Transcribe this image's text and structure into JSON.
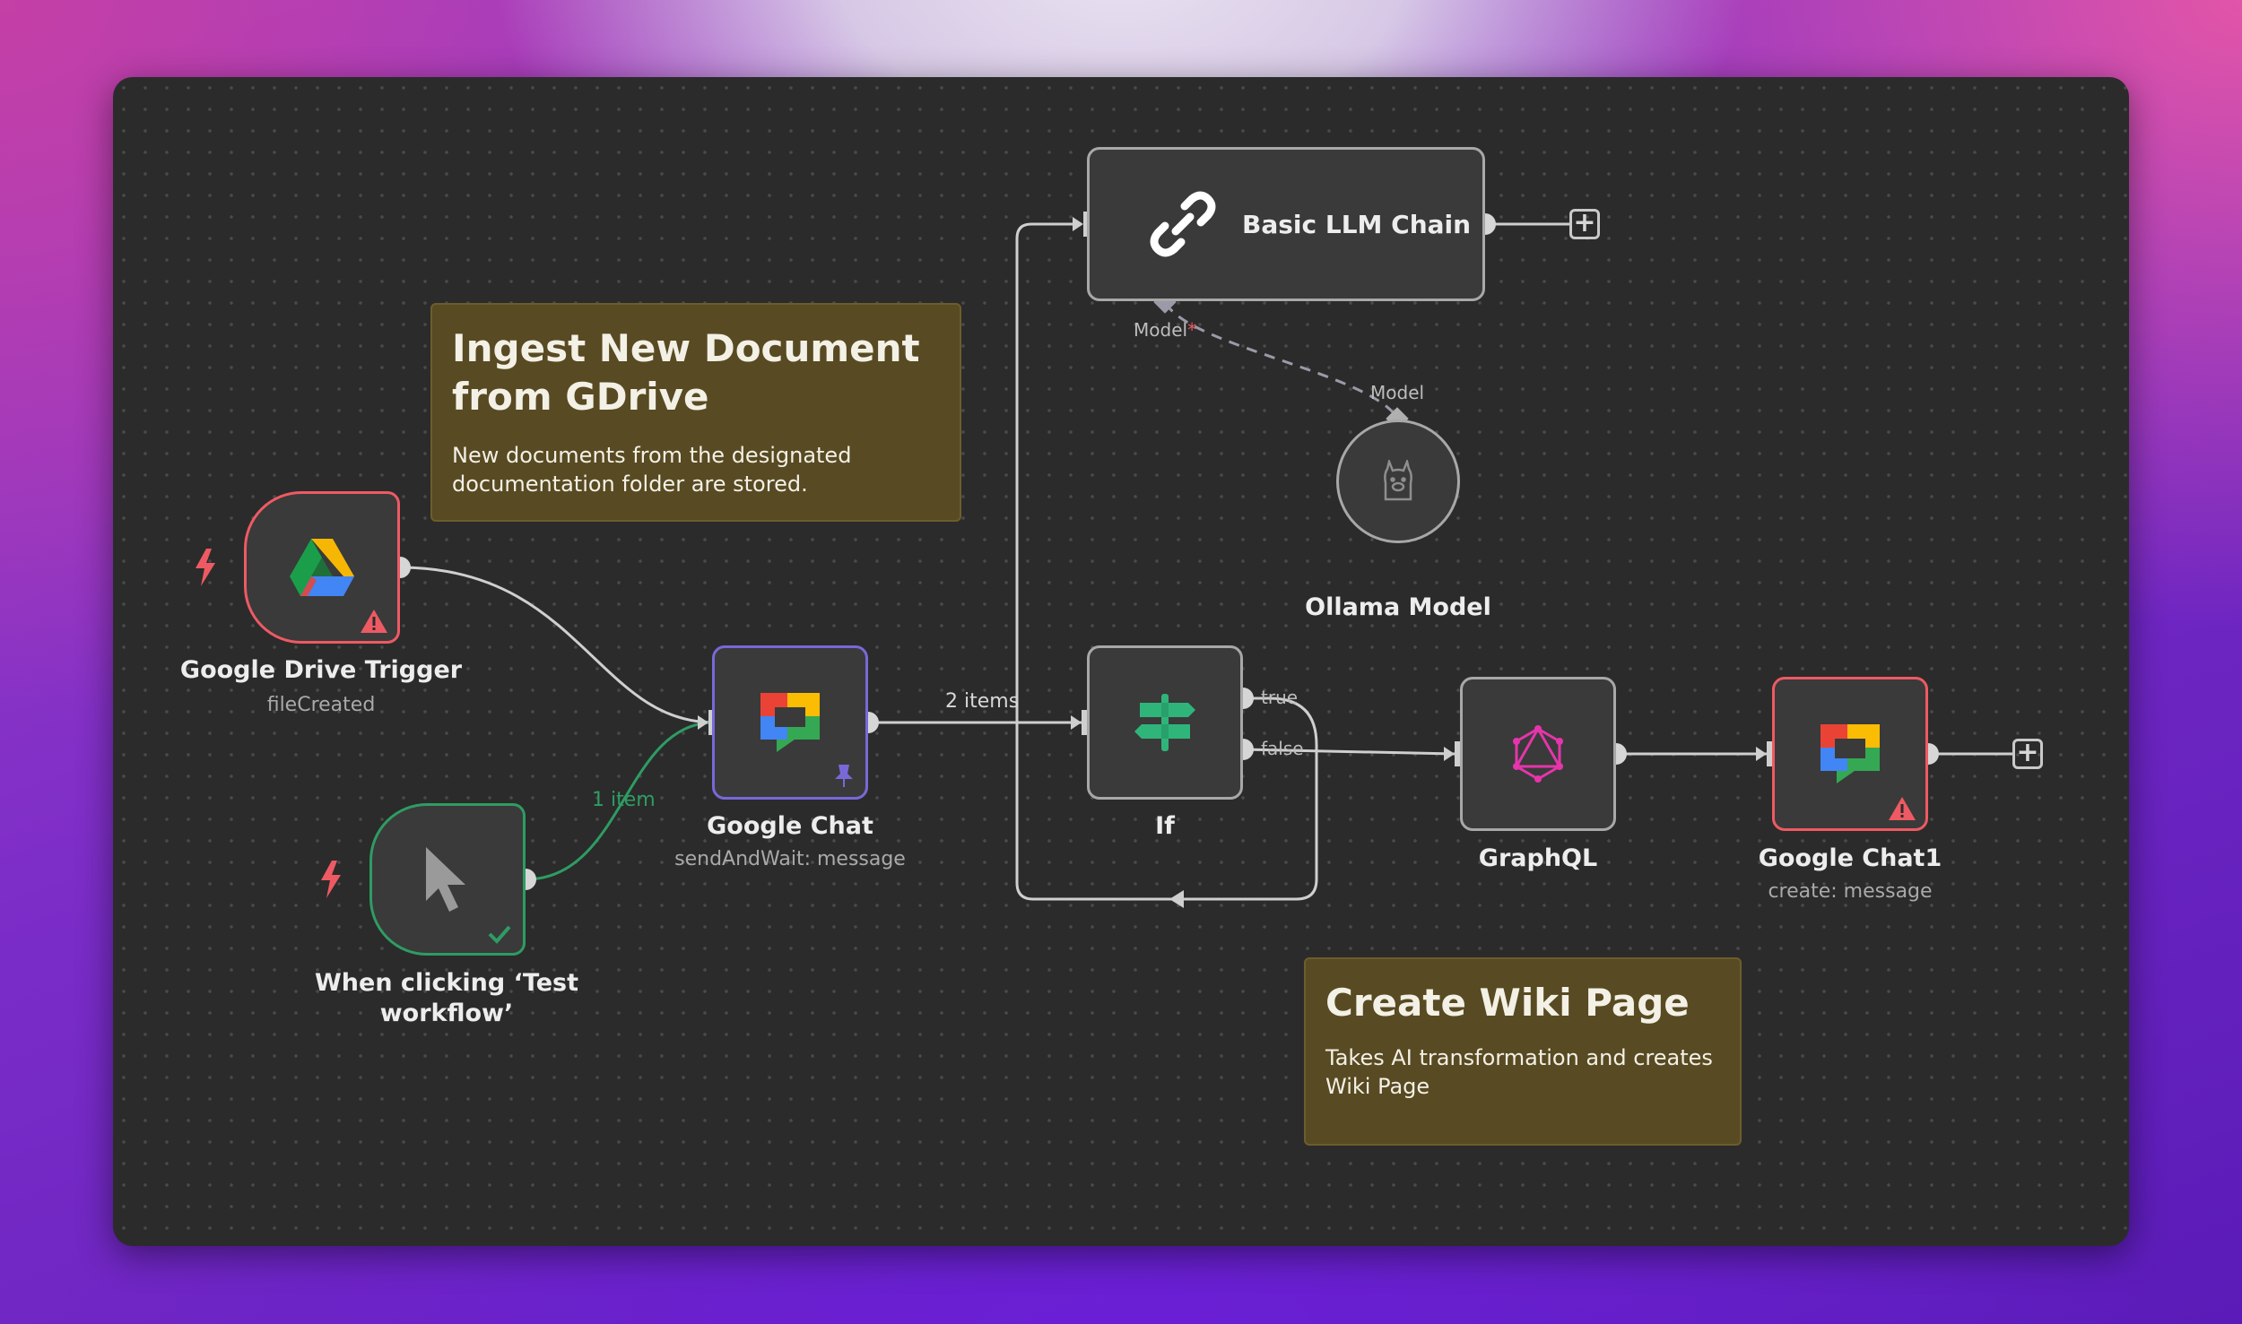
{
  "colors": {
    "canvas_bg": "#2b2b2b",
    "node_border_default": "#a8a8a8",
    "node_border_error": "#ee5a63",
    "node_border_success": "#2e9c63",
    "node_border_pinned": "#7869d8",
    "sticky_bg": "#584a22",
    "edge_success": "#2e9c63",
    "edge_default": "#cfcfcf"
  },
  "nodes": {
    "drive_trigger": {
      "name": "Google Drive Trigger",
      "subtitle": "fileCreated",
      "icon": "google-drive-icon",
      "status": "warning"
    },
    "manual_trigger": {
      "name": "When clicking ‘Test workflow’",
      "icon": "cursor-icon",
      "status": "success"
    },
    "google_chat": {
      "name": "Google Chat",
      "subtitle": "sendAndWait: message",
      "icon": "google-chat-icon",
      "status": "pinned"
    },
    "if_node": {
      "name": "If",
      "icon": "signpost-icon",
      "outputs": [
        "true",
        "false"
      ]
    },
    "llm_chain": {
      "name": "Basic LLM Chain",
      "icon": "link-chain-icon",
      "input_label": "Model",
      "required_marker": "*"
    },
    "ollama": {
      "name": "Ollama Model",
      "icon": "llama-icon",
      "output_label": "Model"
    },
    "graphql": {
      "name": "GraphQL",
      "icon": "graphql-icon"
    },
    "google_chat1": {
      "name": "Google Chat1",
      "subtitle": "create: message",
      "icon": "google-chat-icon",
      "status": "warning"
    }
  },
  "edges": {
    "manual_to_chat": "1 item",
    "chat_to_if": "2 items"
  },
  "stickies": {
    "ingest": {
      "title": "Ingest New Document from GDrive",
      "body": "New documents from the designated documentation folder are stored."
    },
    "wiki": {
      "title": "Create Wiki Page",
      "body": "Takes AI transformation and creates Wiki Page"
    }
  },
  "controls": {
    "add": "+"
  }
}
